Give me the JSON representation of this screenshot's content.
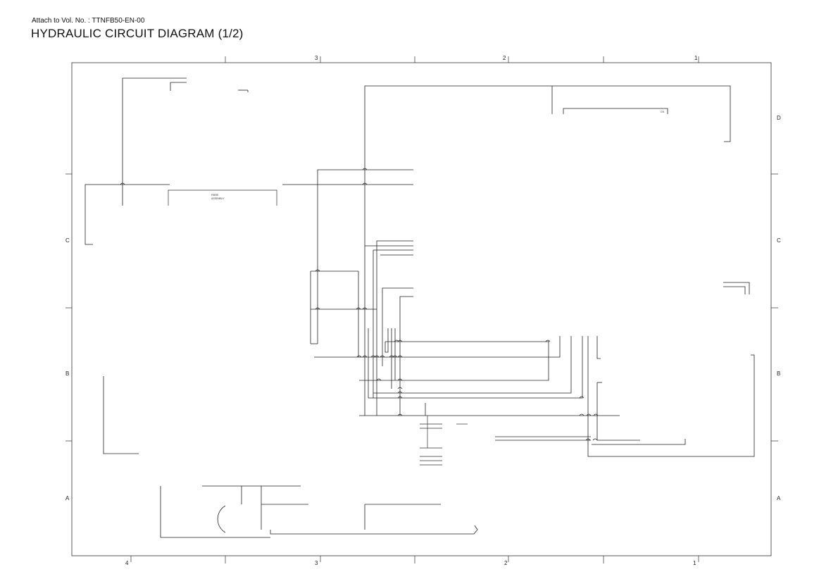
{
  "header": {
    "attach_text": "Attach to Vol. No. : TTNFB50-EN-00",
    "title": "HYDRAULIC CIRCUIT DIAGRAM (1/2)"
  },
  "frame": {
    "column_labels_top": [
      "3",
      "2",
      "1"
    ],
    "column_labels_bottom": [
      "4",
      "3",
      "2",
      "1"
    ],
    "row_labels_left": [
      "C",
      "B",
      "A"
    ],
    "row_labels_right": [
      "D",
      "C",
      "B",
      "A"
    ]
  },
  "component_labels": {
    "box_upper_left_line1": "FIBRE",
    "box_upper_left_line2": "ASSEMBLY",
    "box_upper_right": "CN"
  }
}
